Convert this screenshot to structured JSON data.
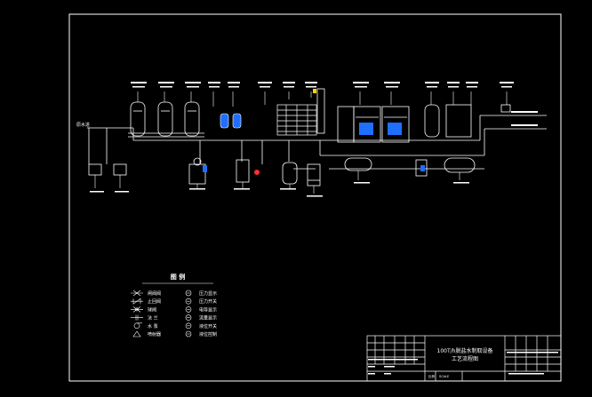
{
  "colors": {
    "background": "#000000",
    "frame": "#ffffff",
    "line": "#ffffff",
    "equipment_blue": "#1f6fff",
    "accent_red": "#ff3030",
    "accent_yellow": "#ffd400"
  },
  "legend": {
    "title": "图 例",
    "items_left": [
      {
        "label": "闸阀阀",
        "icon": "gate-valve-icon"
      },
      {
        "label": "止回阀",
        "icon": "check-valve-icon"
      },
      {
        "label": "球阀",
        "icon": "ball-valve-icon"
      },
      {
        "label": "法 兰",
        "icon": "flange-icon"
      },
      {
        "label": "水 泵",
        "icon": "water-pump-icon"
      },
      {
        "label": "喷射器",
        "icon": "ejector-icon"
      }
    ],
    "items_right": [
      {
        "label": "压力显示",
        "icon": "pressure-gauge-icon"
      },
      {
        "label": "压力开关",
        "icon": "pressure-switch-icon"
      },
      {
        "label": "电导显示",
        "icon": "conductivity-icon"
      },
      {
        "label": "流量显示",
        "icon": "flow-meter-icon"
      },
      {
        "label": "液位开关",
        "icon": "level-switch-icon"
      },
      {
        "label": "液位控制",
        "icon": "level-control-icon"
      }
    ]
  },
  "title_block": {
    "drawing_title_line1": "100T/h脱盐水制取设备",
    "drawing_title_line2": "工艺流程图",
    "scale_label": "比例",
    "scale_value": "SCALE"
  },
  "process_labels": {
    "inlet": "原水进"
  }
}
